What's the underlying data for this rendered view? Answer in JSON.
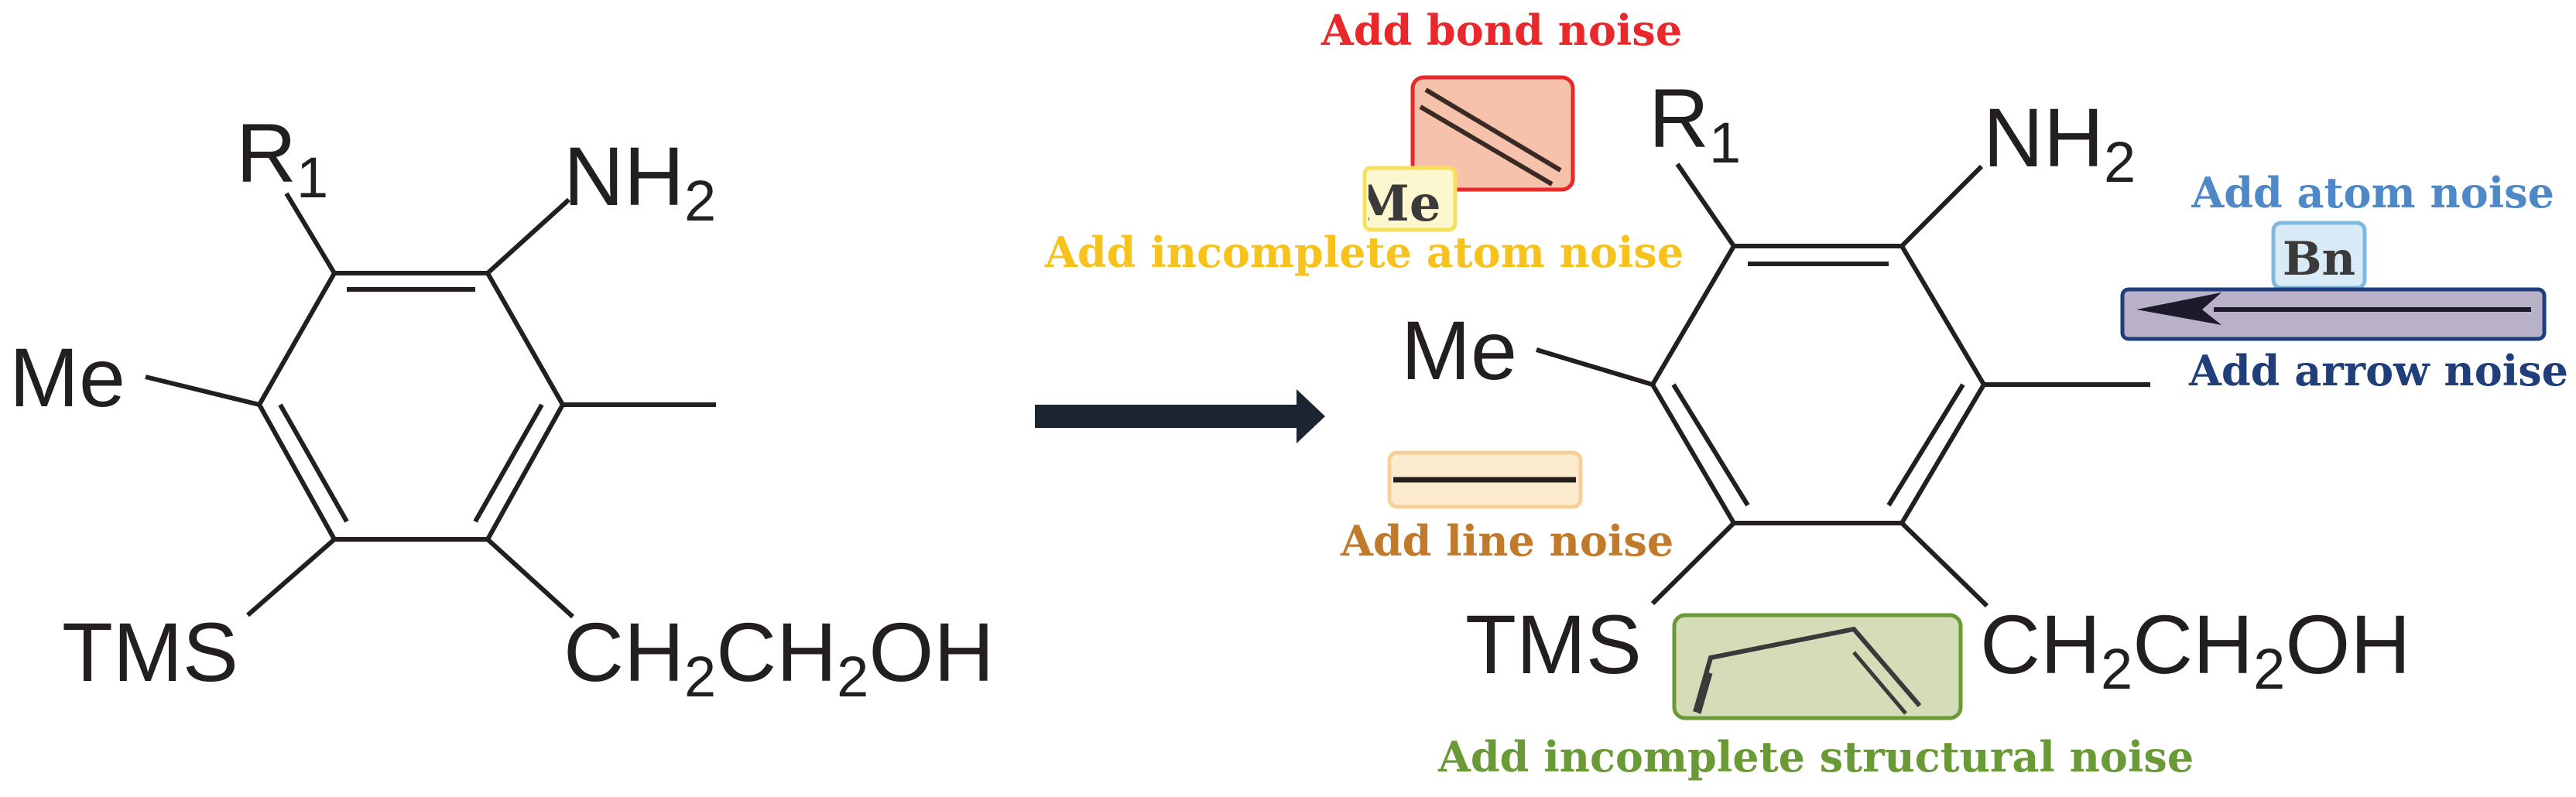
{
  "left_molecule": {
    "r1": "R",
    "r1_sub": "1",
    "nh2": "NH",
    "nh2_sub": "2",
    "me": "Me",
    "tms": "TMS",
    "ch2ch2oh": [
      "CH",
      "2",
      "CH",
      "2",
      "OH"
    ]
  },
  "right_molecule": {
    "r1": "R",
    "r1_sub": "1",
    "nh2": "NH",
    "nh2_sub": "2",
    "me": "Me",
    "tms": "TMS",
    "ch2ch2oh": [
      "CH",
      "2",
      "CH",
      "2",
      "OH"
    ]
  },
  "noise": {
    "bond": {
      "label": "Add bond noise",
      "color": "#e8282b",
      "fill": "#f6c2ab"
    },
    "incomplete_atom": {
      "label": "Add incomplete atom noise",
      "color": "#f7c21a",
      "fill": "#fdf7cf",
      "fragment": "Me"
    },
    "atom": {
      "label": "Add atom noise",
      "color": "#4f88c6",
      "fill": "#d8ebf6",
      "fragment": "Bn"
    },
    "arrow": {
      "label": "Add arrow noise",
      "color": "#203f7a",
      "fill": "#b9b1c8"
    },
    "line": {
      "label": "Add line noise",
      "color": "#c07a2a",
      "fill": "#fdebcf"
    },
    "structural": {
      "label": "Add incomplete structural noise",
      "color": "#6a9a36",
      "fill": "#d4ddb7"
    }
  },
  "colors": {
    "ink": "#231f20",
    "main_arrow": "#1b2431"
  }
}
